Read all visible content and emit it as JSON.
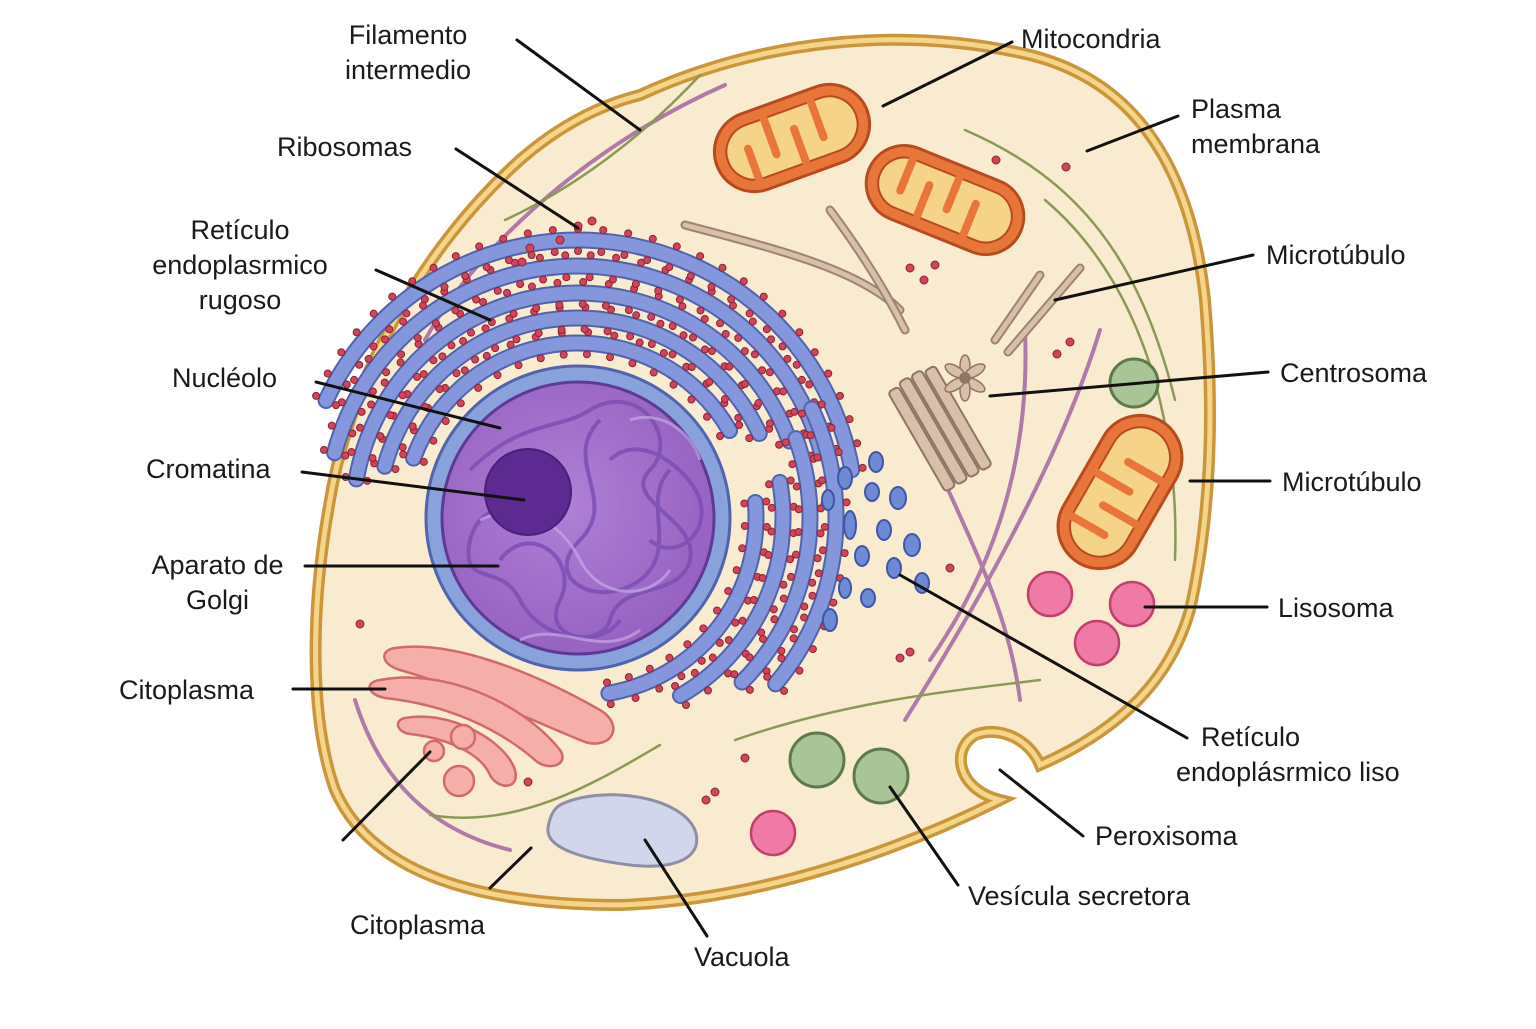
{
  "diagram": {
    "subject": "Célula animal",
    "colors": {
      "membrane": "#d9a84a",
      "membrane_inner": "#f6d58a",
      "cytoplasm": "#f9ebcf",
      "nucleus_fill": "#a06cc9",
      "nucleus_envelope": "#7f9bd6",
      "nucleolus": "#5d2a92",
      "er": "#8597dc",
      "ribosome": "#d0455b",
      "mitochondria_outer": "#e8763a",
      "mitochondria_inner": "#f5d48a",
      "golgi": "#f4a3a3",
      "lysosome": "#e66a9a",
      "vesicle_green": "#a9c497",
      "vacuole": "#d2d6ea",
      "microtubule": "#b49a86",
      "filament_purple": "#b07aa8",
      "filament_green": "#8a9a55"
    }
  },
  "labels": {
    "filamento": [
      "Filamento",
      "intermedio"
    ],
    "ribosomas": "Ribosomas",
    "rer": [
      "Retículo",
      "endoplasrmico",
      "rugoso"
    ],
    "nucleolo": "Nucléolo",
    "cromatina": "Cromatina",
    "golgi": [
      "Aparato de",
      "Golgi"
    ],
    "citoplasma_left": "Citoplasma",
    "citoplasma_bottom": "Citoplasma",
    "vacuola": "Vacuola",
    "mitocondria": "Mitocondria",
    "plasma": [
      "Plasma",
      "membrana"
    ],
    "microtubulo_top": "Microtúbulo",
    "centrosoma": "Centrosoma",
    "microtubulo_mid": "Microtúbulo",
    "lisosoma": "Lisosoma",
    "ser": [
      "Retículo",
      "endoplásrmico liso"
    ],
    "peroxisoma": "Peroxisoma",
    "vesicula": "Vesícula secretora"
  }
}
